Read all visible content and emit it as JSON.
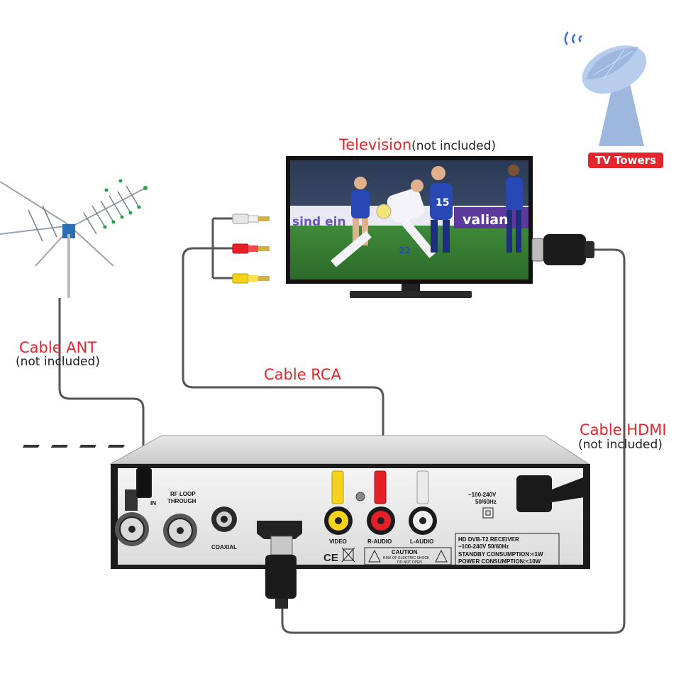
{
  "labels": {
    "television": "Television",
    "television_note": "(not included)",
    "tv_towers": "TV Towers",
    "cable_ant": "Cable ANT",
    "cable_ant_note": "(not included)",
    "cable_rca": "Cable RCA",
    "cable_hdmi": "Cable HDMI",
    "cable_hdmi_note": "(not included)"
  },
  "tv_screen": {
    "ad_left": "sind ein",
    "ad_right": "valian",
    "jersey_a": "22",
    "jersey_b": "15"
  },
  "receiver_panel": {
    "ant_in": "IN",
    "rf_loop_line1": "RF LOOP",
    "rf_loop_line2": "THROUGH",
    "coaxial": "COAXIAL",
    "video": "VIDEO",
    "r_audio": "R-AUDIO",
    "l_audio": "L-AUDIO",
    "power_rating_line1": "~100-240V",
    "power_rating_line2": "50/60Hz",
    "caution": "CAUTION",
    "caution_line1": "RISK OF ELECTRIC SHOCK",
    "caution_line2": "DO NOT OPEN",
    "spec_line1": "HD DVB-T2 RECEIVER",
    "spec_line2": "~100-240V 50/60Hz",
    "spec_line3": "STANDBY CONSUMPTION:<1W",
    "spec_line4": "POWER CONSUMPTION:<10W",
    "ce_mark": "CE"
  },
  "colors": {
    "label_red": "#e3262b",
    "cable": "#555555",
    "rca_white": "#eeeeee",
    "rca_red": "#e52027",
    "rca_yellow": "#f5d31a",
    "tower_blue": "#9db7df"
  }
}
